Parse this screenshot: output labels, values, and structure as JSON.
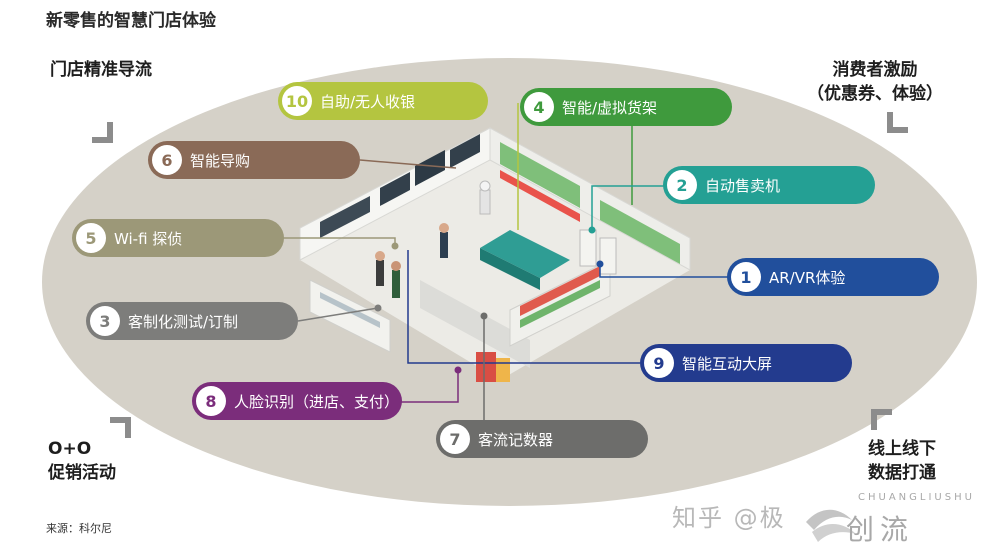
{
  "title": "新零售的智慧门店体验",
  "corners": {
    "top_left": "门店精准导流",
    "top_right_line1": "消费者激励",
    "top_right_line2": "（优惠券、体验）",
    "bottom_left_line1": "O+O",
    "bottom_left_line2": "促销活动",
    "bottom_right_line1": "线上线下",
    "bottom_right_line2": "数据打通"
  },
  "source": "来源：科尔尼",
  "watermark": {
    "zhihu": "知乎 @极",
    "logo_top": "CHUANGLIUSHU",
    "logo_cn": "创流"
  },
  "features": [
    {
      "num": "10",
      "label": "自助/无人收银",
      "color": "#b4c540"
    },
    {
      "num": "4",
      "label": "智能/虚拟货架",
      "color": "#3f9a3d"
    },
    {
      "num": "6",
      "label": "智能导购",
      "color": "#8a6a57"
    },
    {
      "num": "2",
      "label": "自动售卖机",
      "color": "#24a094"
    },
    {
      "num": "5",
      "label": "Wi-fi 探侦",
      "color": "#9c9878"
    },
    {
      "num": "1",
      "label": "AR/VR体验",
      "color": "#214f9c"
    },
    {
      "num": "3",
      "label": "客制化测试/订制",
      "color": "#7d7d7b"
    },
    {
      "num": "9",
      "label": "智能互动大屏",
      "color": "#233b8e"
    },
    {
      "num": "8",
      "label": "人脸识别（进店、支付）",
      "color": "#7b2d7b"
    },
    {
      "num": "7",
      "label": "客流记数器",
      "color": "#6d6d6b"
    }
  ]
}
